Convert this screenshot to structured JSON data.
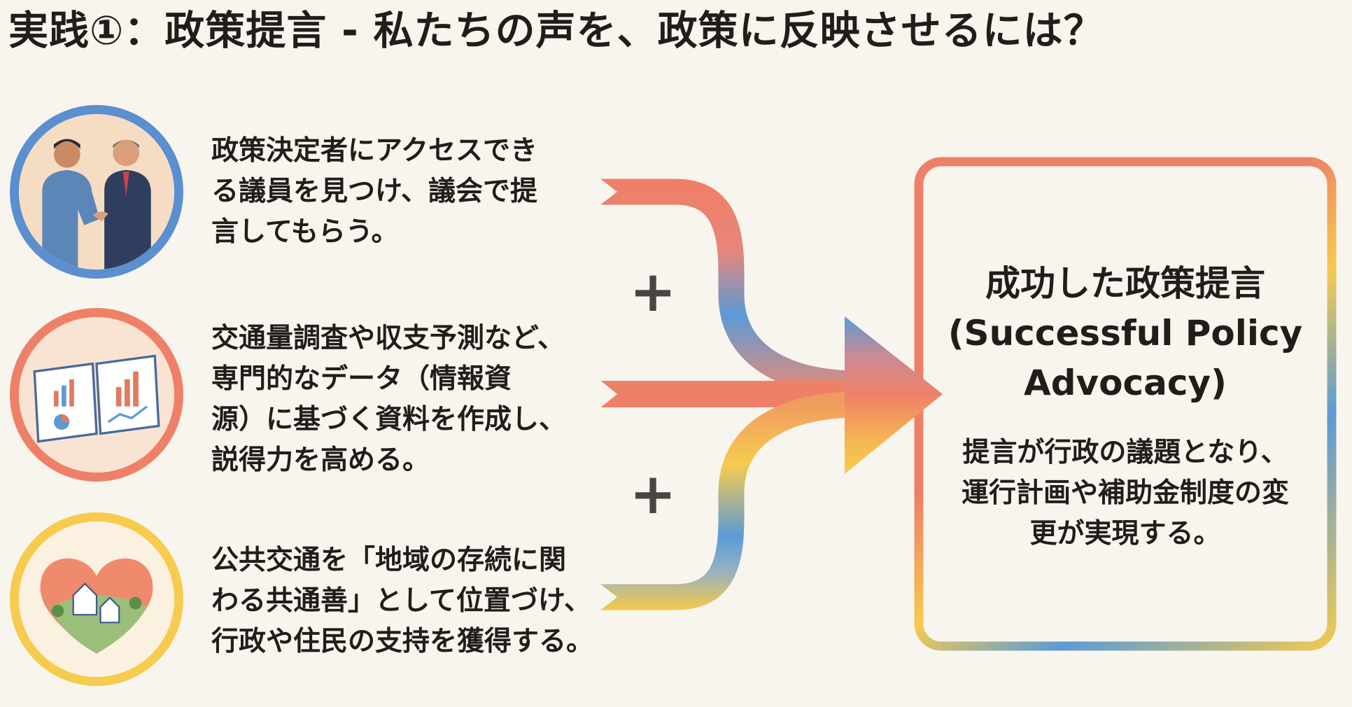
{
  "title": "実践①：政策提言 - 私たちの声を、政策に反映させるには？",
  "inputs": [
    {
      "icon": "handshake-icon",
      "lines": [
        "政策決定者にアクセスでき",
        "る議員を見つけ、議会で提",
        "言してもらう。"
      ]
    },
    {
      "icon": "data-report-icon",
      "lines": [
        "交通量調査や収支予測など、",
        "専門的なデータ（情報資",
        "源）に基づく資料を作成し、",
        "説得力を高める。"
      ]
    },
    {
      "icon": "community-heart-icon",
      "lines": [
        "公共交通を「地域の存続に関",
        "わる共通善」として位置づけ、",
        "行政や住民の支持を獲得する。"
      ]
    }
  ],
  "operators": [
    "+",
    "+"
  ],
  "result": {
    "title_lines": [
      "成功した政策提言",
      "(Successful Policy",
      "Advocacy)"
    ],
    "body_lines": [
      "提言が行政の議題となり、",
      "運行計画や補助金制度の変",
      "更が実現する。"
    ]
  },
  "colors": {
    "coral": "#ef8068",
    "blue": "#5b9bd5",
    "yellow": "#f6cb4e",
    "background": "#f8f5ef",
    "text": "#231d19"
  }
}
